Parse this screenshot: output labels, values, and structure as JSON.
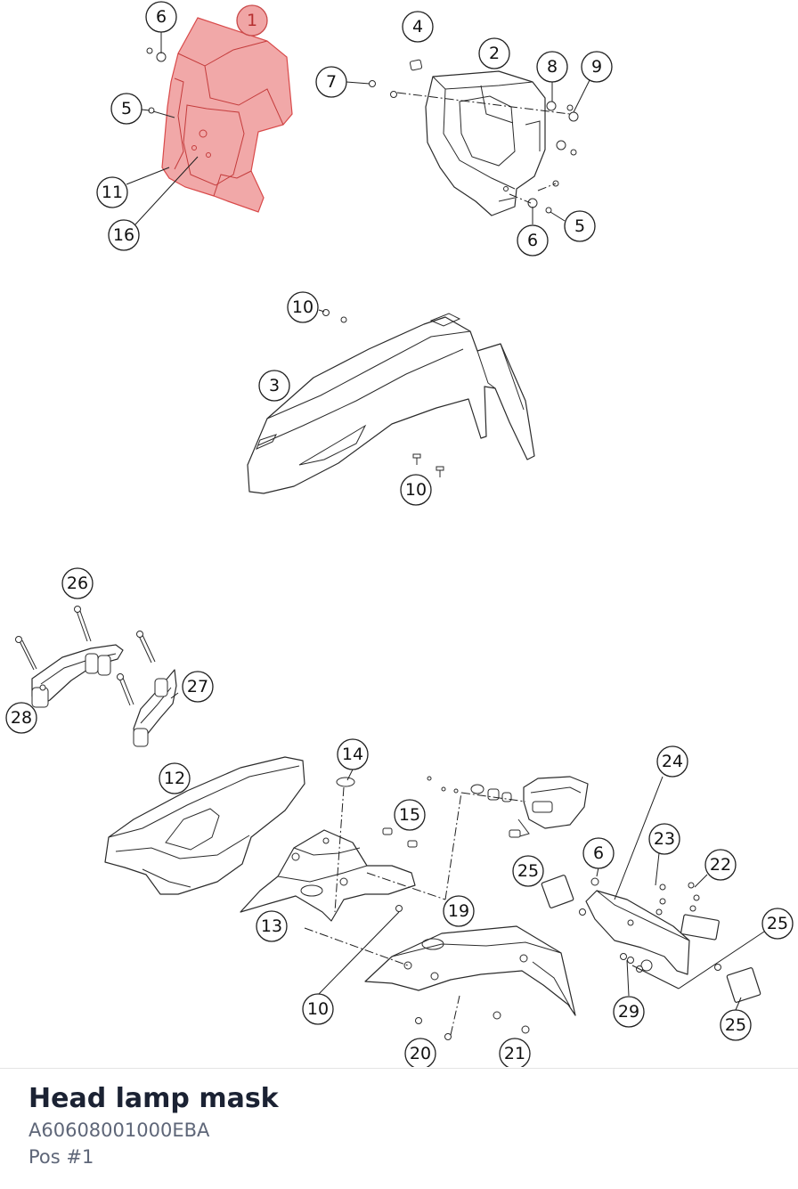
{
  "diagram": {
    "selected_callout": "1",
    "highlight_color": "#e66060",
    "callouts": [
      {
        "id": "1",
        "label": "1"
      },
      {
        "id": "2",
        "label": "2"
      },
      {
        "id": "3",
        "label": "3"
      },
      {
        "id": "4",
        "label": "4"
      },
      {
        "id": "5a",
        "label": "5"
      },
      {
        "id": "5b",
        "label": "5"
      },
      {
        "id": "6a",
        "label": "6"
      },
      {
        "id": "6b",
        "label": "6"
      },
      {
        "id": "6c",
        "label": "6"
      },
      {
        "id": "7",
        "label": "7"
      },
      {
        "id": "8",
        "label": "8"
      },
      {
        "id": "9",
        "label": "9"
      },
      {
        "id": "10a",
        "label": "10"
      },
      {
        "id": "10b",
        "label": "10"
      },
      {
        "id": "10c",
        "label": "10"
      },
      {
        "id": "11",
        "label": "11"
      },
      {
        "id": "12",
        "label": "12"
      },
      {
        "id": "13",
        "label": "13"
      },
      {
        "id": "14",
        "label": "14"
      },
      {
        "id": "15",
        "label": "15"
      },
      {
        "id": "16",
        "label": "16"
      },
      {
        "id": "19",
        "label": "19"
      },
      {
        "id": "20",
        "label": "20"
      },
      {
        "id": "21",
        "label": "21"
      },
      {
        "id": "22",
        "label": "22"
      },
      {
        "id": "23",
        "label": "23"
      },
      {
        "id": "24",
        "label": "24"
      },
      {
        "id": "25a",
        "label": "25"
      },
      {
        "id": "25b",
        "label": "25"
      },
      {
        "id": "25c",
        "label": "25"
      },
      {
        "id": "26",
        "label": "26"
      },
      {
        "id": "27",
        "label": "27"
      },
      {
        "id": "28",
        "label": "28"
      },
      {
        "id": "29",
        "label": "29"
      }
    ]
  },
  "selected_part": {
    "name": "Head lamp mask",
    "part_number": "A60608001000EBA",
    "position": "Pos #1"
  }
}
